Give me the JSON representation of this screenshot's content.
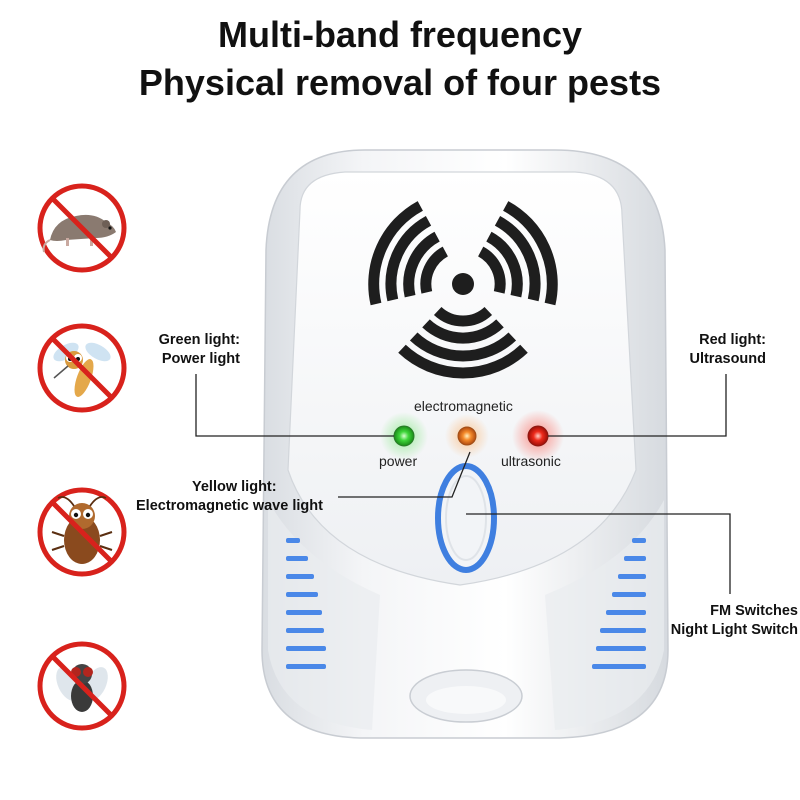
{
  "heading": {
    "line1": "Multi-band frequency",
    "line2": "Physical removal of four pests"
  },
  "pests": [
    {
      "icon": "rat-icon"
    },
    {
      "icon": "mosquito-icon"
    },
    {
      "icon": "cockroach-icon"
    },
    {
      "icon": "fly-icon"
    }
  ],
  "device": {
    "led_top_label": "electromagnetic",
    "led_left_label": "power",
    "led_right_label": "ultrasonic",
    "led_colors": {
      "power": "#2ecc2e",
      "electromagnetic": "#f07820",
      "ultrasonic": "#e01818"
    },
    "accent_color": "#3f7fe0"
  },
  "callouts": {
    "green": {
      "line1": "Green light:",
      "line2": "Power light"
    },
    "red": {
      "line1": "Red light:",
      "line2": "Ultrasound"
    },
    "yellow": {
      "line1": "Yellow light:",
      "line2": "Electromagnetic wave light"
    },
    "switch": {
      "line1": "FM Switches",
      "line2": "Night Light Switch"
    }
  }
}
